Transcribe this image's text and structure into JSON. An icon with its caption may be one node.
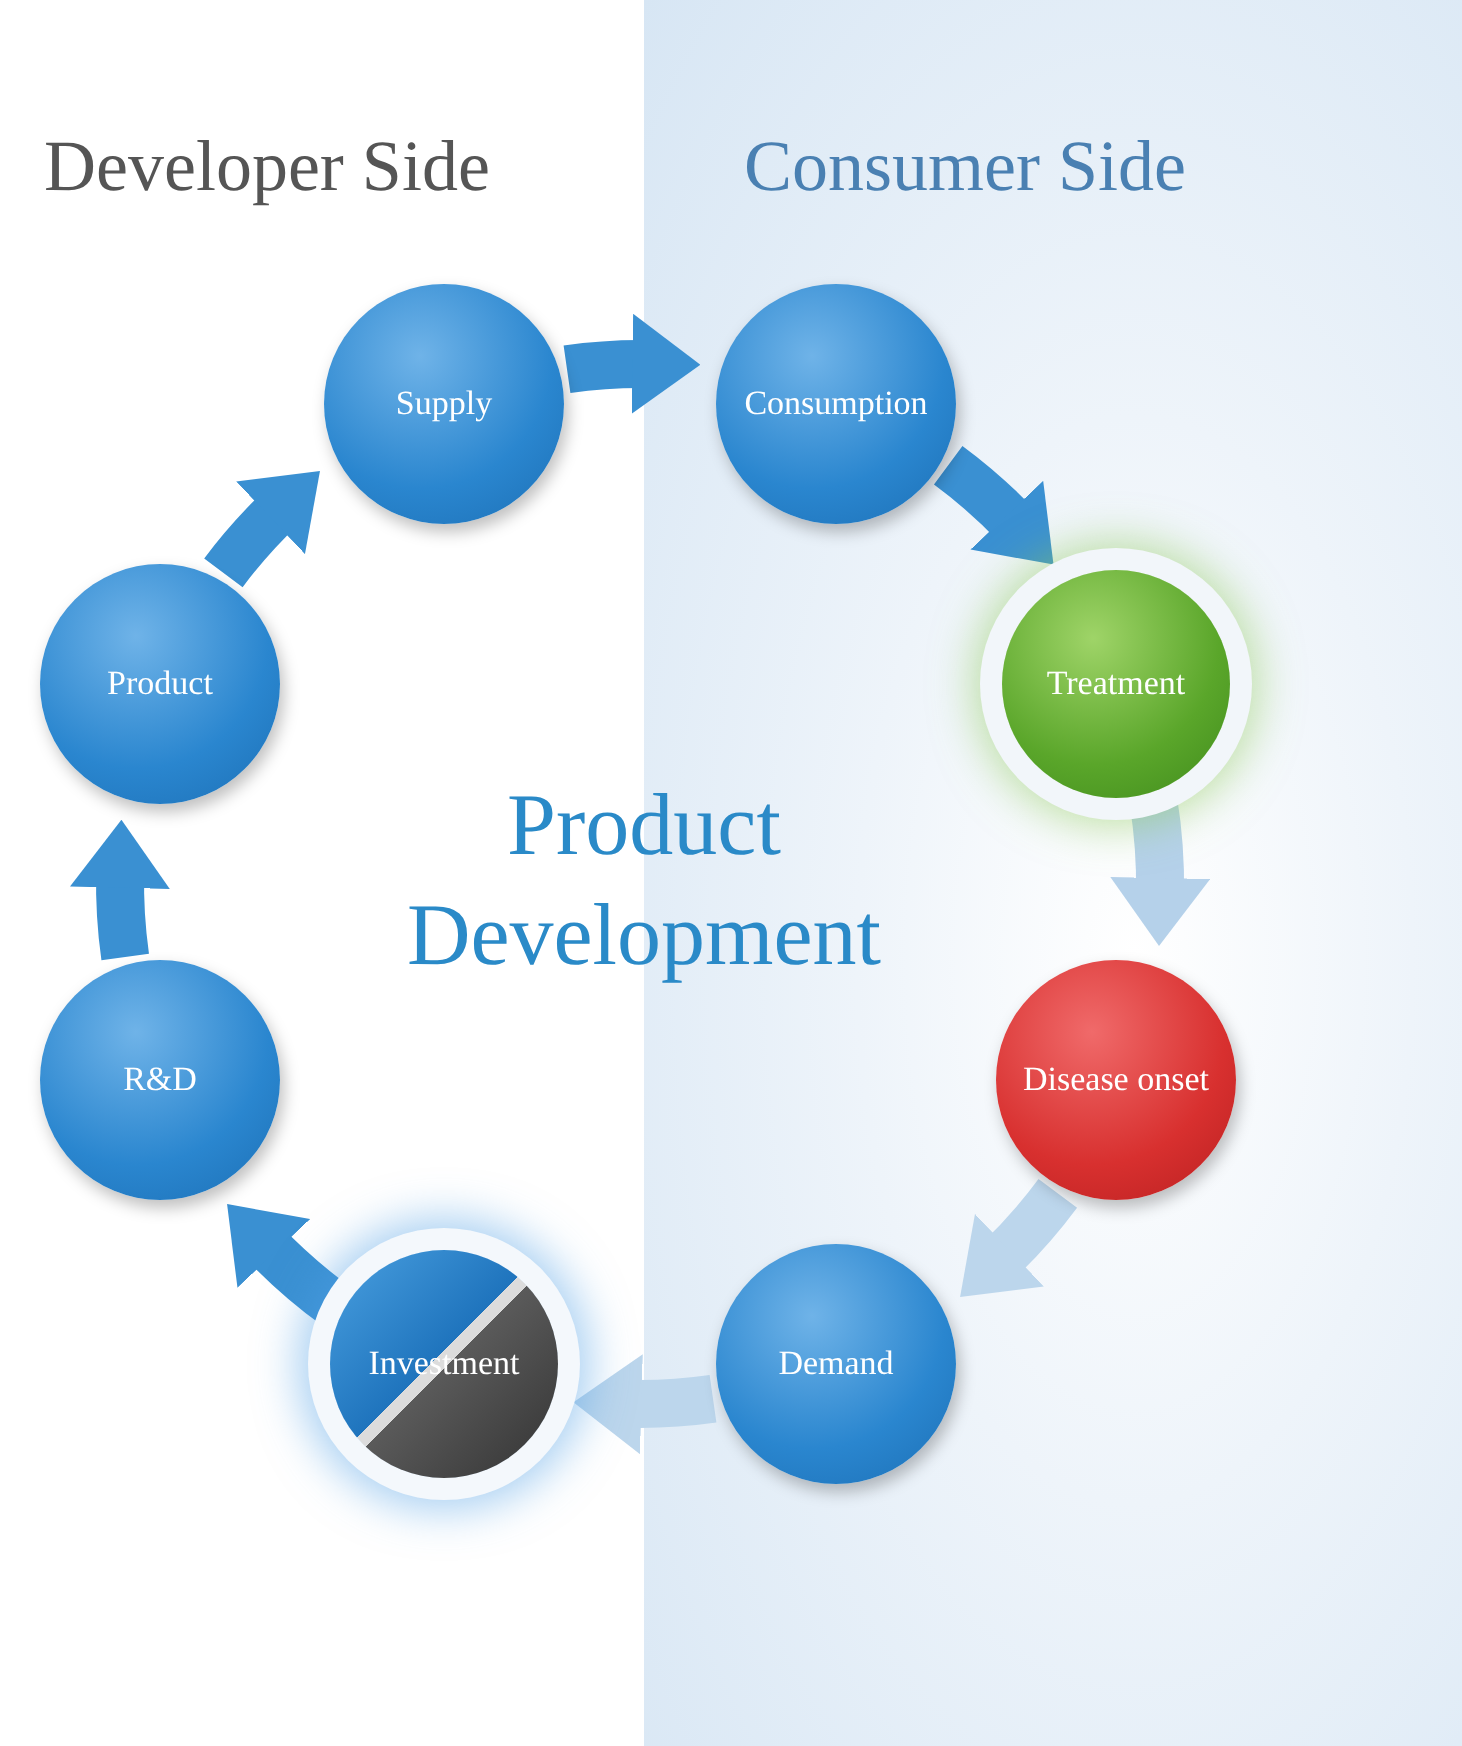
{
  "diagram": {
    "nodes": [
      {
        "text": [
          "Supply"
        ]
      },
      {
        "text": [
          "Consumption"
        ]
      },
      {
        "text": [
          "Treatment"
        ]
      },
      {
        "text": [
          "Disease onset"
        ]
      },
      {
        "text": [
          "Demand"
        ]
      },
      {
        "text": [
          "Investment"
        ]
      },
      {
        "text": [
          "R&D"
        ]
      },
      {
        "text": [
          "Product"
        ]
      }
    ],
    "edges": [
      {
        "from": 0,
        "to": 1,
        "arrow": "to"
      },
      {
        "from": 1,
        "to": 2,
        "arrow": "to"
      },
      {
        "from": 2,
        "to": 3,
        "arrow": "to",
        "color": "#b5d1ea"
      },
      {
        "from": 3,
        "to": 4,
        "arrow": "to",
        "color": "#bcd6ec"
      },
      {
        "from": 4,
        "to": 5,
        "arrow": "to",
        "color": "#bcd6ec"
      },
      {
        "from": 5,
        "to": 6,
        "arrow": "to"
      },
      {
        "from": 6,
        "to": 7,
        "arrow": "to"
      },
      {
        "from": 7,
        "to": 0,
        "arrow": "to"
      }
    ],
    "labels": [
      "Developer Side",
      "Consumer Side",
      "Product Development"
    ]
  }
}
